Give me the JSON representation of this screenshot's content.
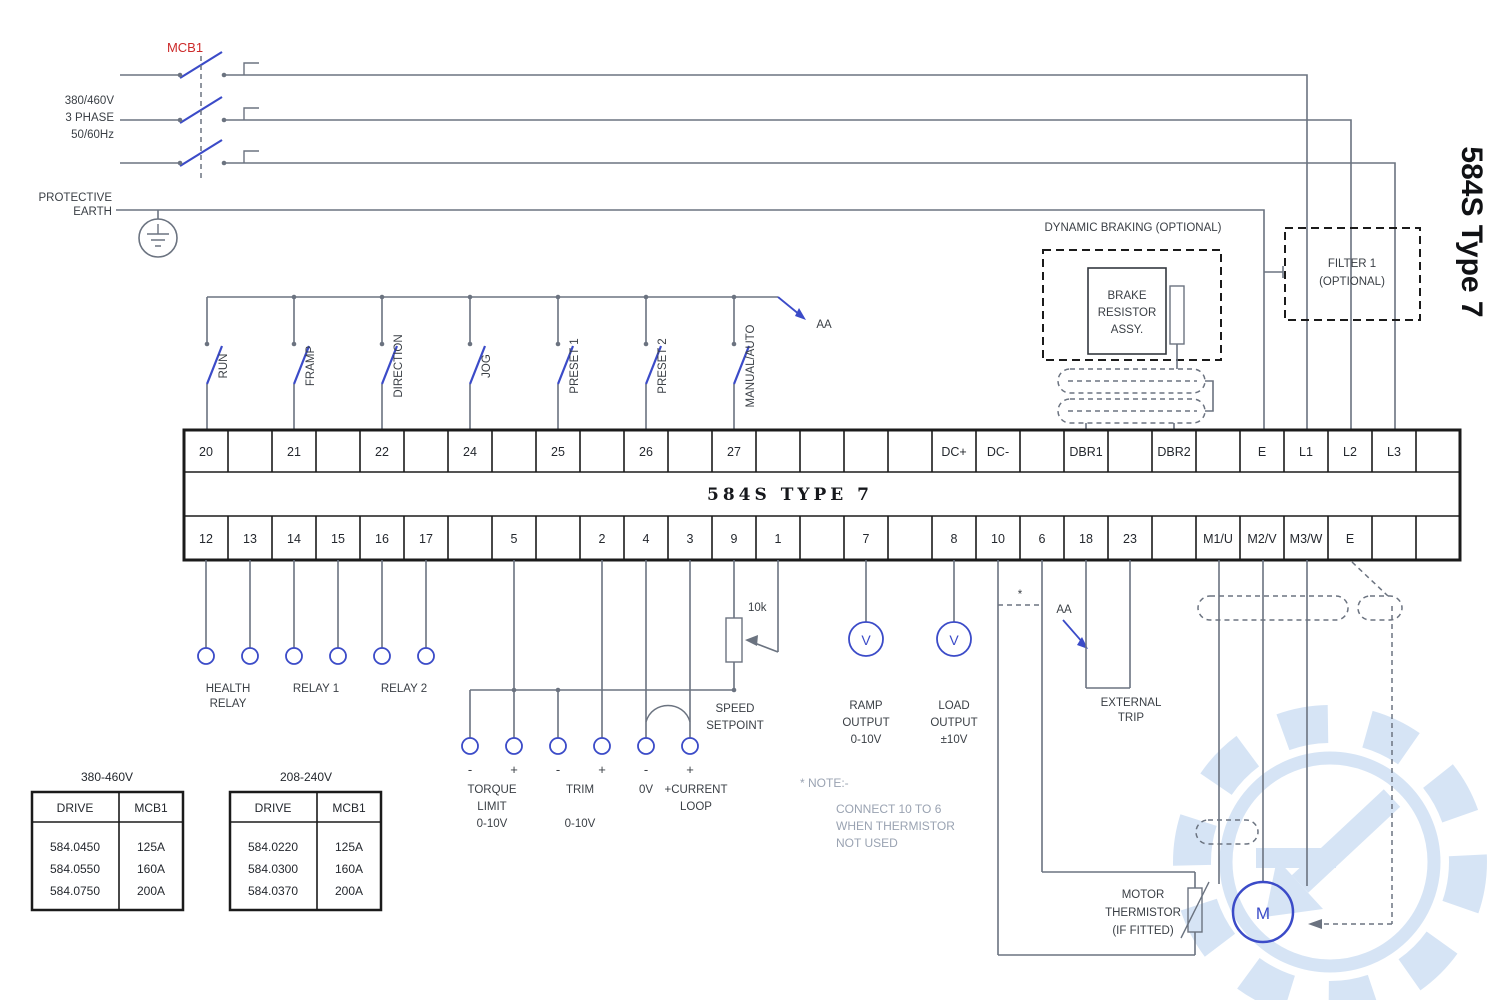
{
  "side_title": "584S Type 7",
  "power": {
    "mcb_label": "MCB1",
    "supply": [
      "380/460V",
      "3 PHASE",
      "50/60Hz"
    ],
    "earth": [
      "PROTECTIVE",
      "EARTH"
    ]
  },
  "markers": {
    "aa": "AA",
    "asterisk": "*"
  },
  "switches": [
    {
      "label": "RUN"
    },
    {
      "label": "FRAMP"
    },
    {
      "label": "DIRECTION"
    },
    {
      "label": "JOG"
    },
    {
      "label": "PRESET 1"
    },
    {
      "label": "PRESET 2"
    },
    {
      "label": "MANUAL/AUTO"
    }
  ],
  "block": {
    "title": "584S TYPE 7",
    "top": [
      "20",
      "",
      "21",
      "",
      "22",
      "",
      "24",
      "",
      "25",
      "",
      "26",
      "",
      "27",
      "",
      "",
      "",
      "",
      "DC+",
      "DC-",
      "",
      "DBR1",
      "",
      "DBR2",
      "",
      "E",
      "L1",
      "L2",
      "L3",
      ""
    ],
    "bottom": [
      "12",
      "13",
      "14",
      "15",
      "16",
      "17",
      "",
      "5",
      "",
      "2",
      "4",
      "3",
      "9",
      "1",
      "",
      "7",
      "",
      "8",
      "10",
      "6",
      "18",
      "23",
      "",
      "M1/U",
      "M2/V",
      "M3/W",
      "E",
      "",
      ""
    ]
  },
  "io": {
    "health": [
      "HEALTH",
      "RELAY"
    ],
    "relay1": "RELAY 1",
    "relay2": "RELAY 2",
    "signs": {
      "minus": "-",
      "plus": "+"
    },
    "torque": [
      "TORQUE",
      "LIMIT",
      "0-10V"
    ],
    "trim": [
      "TRIM",
      "0-10V"
    ],
    "loop": [
      "0V",
      "+CURRENT",
      "LOOP"
    ],
    "pot_value": "10k",
    "speed": [
      "SPEED",
      "SETPOINT"
    ],
    "meter": "V",
    "ramp": [
      "RAMP",
      "OUTPUT",
      "0-10V"
    ],
    "load": [
      "LOAD",
      "OUTPUT",
      "±10V"
    ],
    "ext_trip": [
      "EXTERNAL",
      "TRIP"
    ]
  },
  "note": [
    "* NOTE:-",
    "CONNECT 10 TO 6",
    "WHEN THERMISTOR",
    "NOT USED"
  ],
  "thermistor": [
    "MOTOR",
    "THERMISTOR",
    "(IF FITTED)"
  ],
  "motor": {
    "symbol": "M"
  },
  "braking": {
    "title": "DYNAMIC BRAKING (OPTIONAL)",
    "box": [
      "BRAKE",
      "RESISTOR",
      "ASSY."
    ]
  },
  "filter": [
    "FILTER 1",
    "(OPTIONAL)"
  ],
  "tables": [
    {
      "title": "380-460V",
      "headers": [
        "DRIVE",
        "MCB1"
      ],
      "rows": [
        [
          "584.0450",
          "125A"
        ],
        [
          "584.0550",
          "160A"
        ],
        [
          "584.0750",
          "200A"
        ]
      ]
    },
    {
      "title": "208-240V",
      "headers": [
        "DRIVE",
        "MCB1"
      ],
      "rows": [
        [
          "584.0220",
          "125A"
        ],
        [
          "584.0300",
          "160A"
        ],
        [
          "584.0370",
          "200A"
        ]
      ]
    }
  ],
  "colors": {
    "wire": "#6b7380",
    "symbol_blue": "#3b4bc8",
    "mcb_red": "#cc2a2a",
    "text": "#3a3f45",
    "note_text": "#9aa3b2",
    "watermark_blue": "#aecbec"
  }
}
